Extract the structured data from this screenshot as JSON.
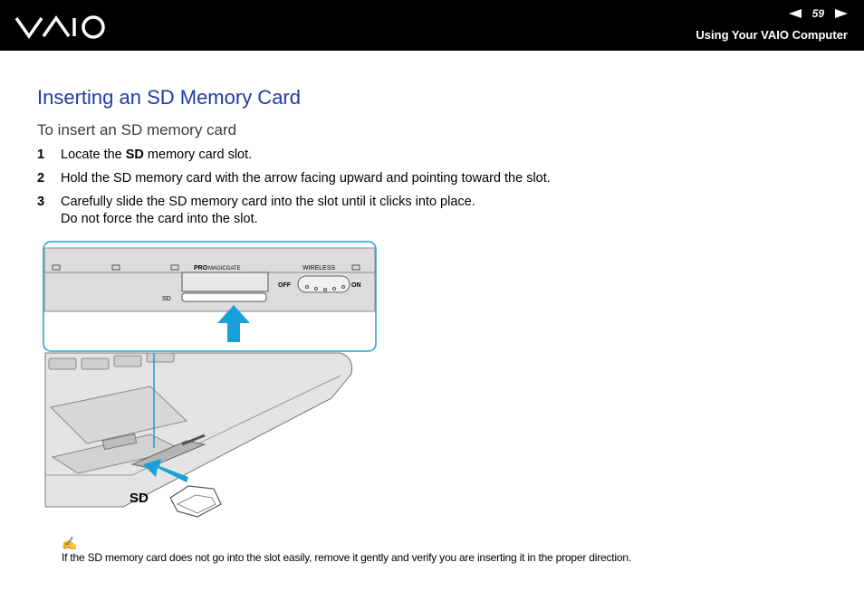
{
  "header": {
    "logo_text": "VAIO",
    "page_number": "59",
    "section": "Using Your VAIO Computer",
    "prev_icon": "triangle-left",
    "next_icon": "triangle-right"
  },
  "main": {
    "title": "Inserting an SD Memory Card",
    "subtitle": "To insert an SD memory card",
    "steps": [
      {
        "num": "1",
        "pre": "Locate the ",
        "bold": "SD",
        "post": " memory card slot."
      },
      {
        "num": "2",
        "text": "Hold the SD memory card with the arrow facing upward and pointing toward the slot."
      },
      {
        "num": "3",
        "line1": "Carefully slide the SD memory card into the slot until it clicks into place.",
        "line2": "Do not force the card into the slot."
      }
    ]
  },
  "figure": {
    "panel_labels": {
      "pro": "PRO",
      "magicgate": "MAGICGATE",
      "wireless": "WIRELESS",
      "sd": "SD",
      "off": "OFF",
      "on": "ON"
    },
    "card_label": "SD",
    "accent_color": "#1aa0d8",
    "arrow_color": "#1aa0d8"
  },
  "note": {
    "icon": "pencil-note-icon",
    "text": "If the SD memory card does not go into the slot easily, remove it gently and verify you are inserting it in the proper direction."
  }
}
